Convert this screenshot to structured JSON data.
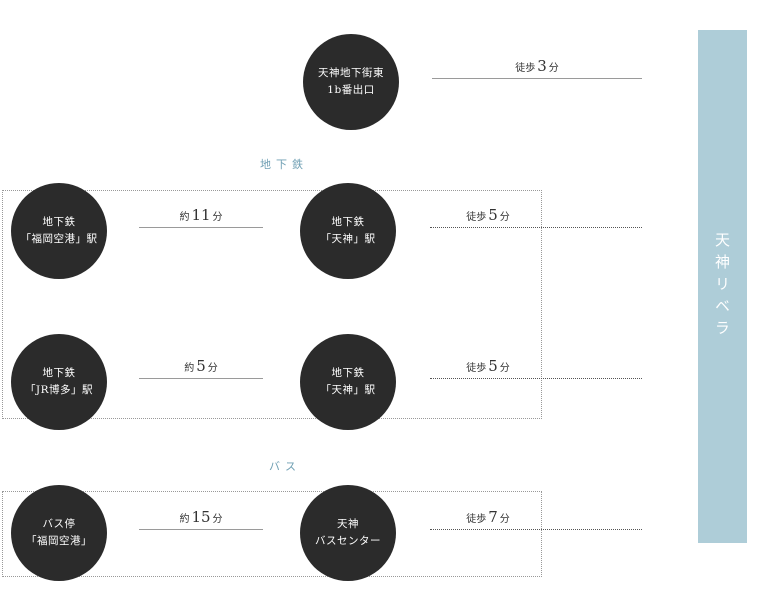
{
  "destination": {
    "label": "天神リベラ"
  },
  "sections": {
    "subway": "地下鉄",
    "bus": "バス"
  },
  "stations": {
    "exit": {
      "line1": "天神地下街東",
      "line2": "1b番出口"
    },
    "fukuoka_airport_subway": {
      "line1": "地下鉄",
      "line2": "「福岡空港」駅"
    },
    "tenjin_subway_1": {
      "line1": "地下鉄",
      "line2": "「天神」駅"
    },
    "hakata_subway": {
      "line1": "地下鉄",
      "line2": "「JR博多」駅"
    },
    "tenjin_subway_2": {
      "line1": "地下鉄",
      "line2": "「天神」駅"
    },
    "airport_bus_stop": {
      "line1": "バス停",
      "line2": "「福岡空港」"
    },
    "tenjin_bus_center": {
      "line1": "天神",
      "line2": "バスセンター"
    }
  },
  "routes": {
    "exit_walk": {
      "prefix": "徒歩",
      "num": "3",
      "suffix": "分"
    },
    "airport_to_tenjin": {
      "prefix": "約",
      "num": "11",
      "suffix": "分"
    },
    "tenjin1_walk": {
      "prefix": "徒歩",
      "num": "5",
      "suffix": "分"
    },
    "hakata_to_tenjin": {
      "prefix": "約",
      "num": "5",
      "suffix": "分"
    },
    "tenjin2_walk": {
      "prefix": "徒歩",
      "num": "5",
      "suffix": "分"
    },
    "bus_to_tenjin": {
      "prefix": "約",
      "num": "15",
      "suffix": "分"
    },
    "bus_walk": {
      "prefix": "徒歩",
      "num": "7",
      "suffix": "分"
    }
  }
}
